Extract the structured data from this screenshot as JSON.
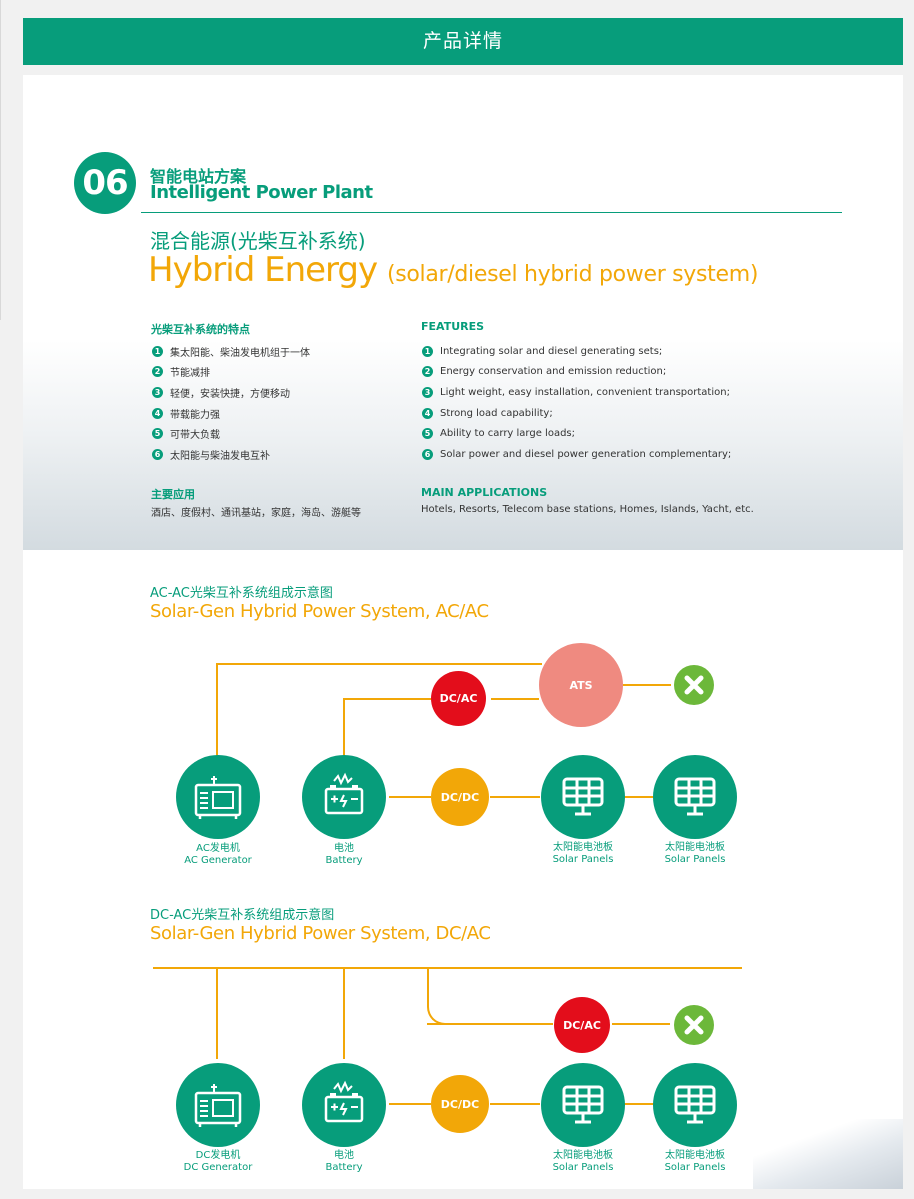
{
  "header": {
    "title": "产品详情"
  },
  "section": {
    "number": "06",
    "title_cn": "智能电站方案",
    "title_en": "Intelligent Power Plant"
  },
  "hybrid": {
    "title_cn": "混合能源(光柴互补系统)",
    "title_en": "Hybrid Energy",
    "title_en_sub": "(solar/diesel hybrid power system)"
  },
  "features_cn": {
    "heading": "光柴互补系统的特点",
    "items": [
      "集太阳能、柴油发电机组于一体",
      "节能减排",
      "轻便，安装快捷，方便移动",
      "带载能力强",
      "可带大负载",
      "太阳能与柴油发电互补"
    ]
  },
  "features_en": {
    "heading": "FEATURES",
    "items": [
      "Integrating solar and diesel generating sets;",
      "Energy conservation and emission reduction;",
      "Light weight, easy installation, convenient transportation;",
      "Strong load capability;",
      "Ability to carry large loads;",
      "Solar power and diesel power generation complementary;"
    ]
  },
  "bullet_numbers": [
    "1",
    "2",
    "3",
    "4",
    "5",
    "6"
  ],
  "applications_cn": {
    "heading": "主要应用",
    "text": "酒店、度假村、通讯基站，家庭，海岛、游艇等"
  },
  "applications_en": {
    "heading": "MAIN APPLICATIONS",
    "text": "Hotels, Resorts, Telecom base stations, Homes, Islands, Yacht, etc."
  },
  "diagram_ac": {
    "title_cn": "AC-AC光柴互补系统组成示意图",
    "title_en": "Solar-Gen Hybrid Power System, AC/AC",
    "ats": "ATS",
    "dcac": "DC/AC",
    "dcdc": "DC/DC",
    "generator": {
      "cn": "AC发电机",
      "en": "AC Generator"
    },
    "battery": {
      "cn": "电池",
      "en": "Battery"
    },
    "panel1": {
      "cn": "太阳能电池板",
      "en": "Solar Panels"
    },
    "panel2": {
      "cn": "太阳能电池板",
      "en": "Solar Panels"
    }
  },
  "diagram_dc": {
    "title_cn": "DC-AC光柴互补系统组成示意图",
    "title_en": "Solar-Gen Hybrid Power System, DC/AC",
    "dcac": "DC/AC",
    "dcdc": "DC/DC",
    "generator": {
      "cn": "DC发电机",
      "en": "DC Generator"
    },
    "battery": {
      "cn": "电池",
      "en": "Battery"
    },
    "panel1": {
      "cn": "太阳能电池板",
      "en": "Solar Panels"
    },
    "panel2": {
      "cn": "太阳能电池板",
      "en": "Solar Panels"
    }
  },
  "colors": {
    "green": "#079d7b",
    "orange": "#f2a708",
    "red": "#e30d1b",
    "ats": "#ef8a80",
    "lime": "#6cb83a"
  }
}
